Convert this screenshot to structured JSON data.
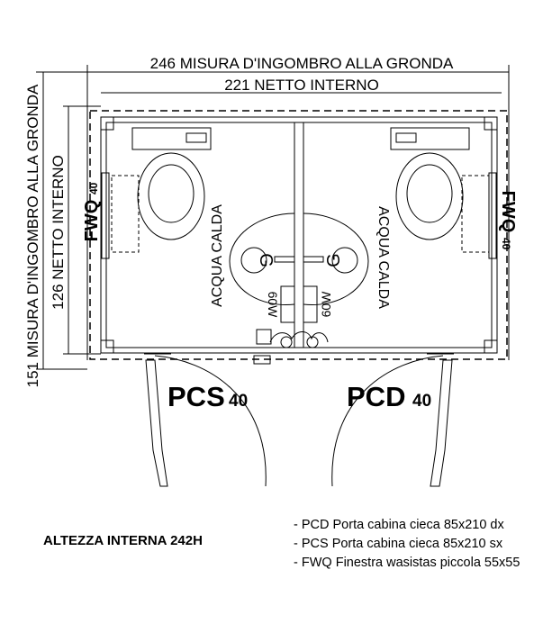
{
  "dimensions": {
    "outer_width": "246 MISURA D'INGOMBRO ALLA GRONDA",
    "inner_width": "221 NETTO INTERNO",
    "outer_depth": "151 MISURA D'INGOMBRO ALLA GRONDA",
    "inner_depth": "126 NETTO INTERNO"
  },
  "rooms": {
    "left": {
      "hot_water": "ACQUA CALDA",
      "heater_letter": "G",
      "heater_rating": "60W",
      "window_code": "FWQ",
      "window_size": "40",
      "door_code": "PCS",
      "door_size": "40"
    },
    "right": {
      "hot_water": "ACQUA CALDA",
      "heater_letter": "G",
      "heater_rating": "60W",
      "window_code": "FWQ",
      "window_size": "40",
      "door_code": "PCD",
      "door_size": "40"
    }
  },
  "height_note": "ALTEZZA INTERNA 242H",
  "legend": [
    "- PCD Porta cabina cieca 85x210 dx",
    "- PCS Porta cabina cieca 85x210 sx",
    "- FWQ Finestra wasistas piccola 55x55"
  ]
}
